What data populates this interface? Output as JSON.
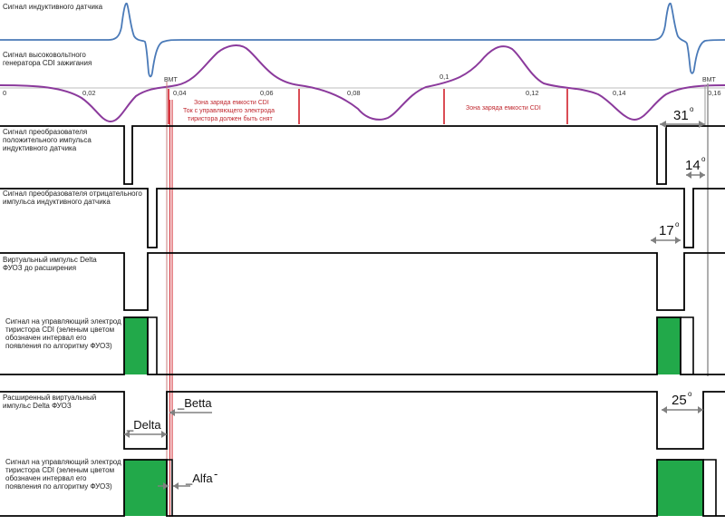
{
  "labels": {
    "inductive_signal": "Сигнал индуктивного датчика",
    "hv_line1": "Сигнал высоковольтного",
    "hv_line2": "генератора CDI зажигания",
    "pos_line1": "Сигнал преобразователя",
    "pos_line2": "положительного импульса",
    "pos_line3": "индуктивного датчика",
    "neg_line1": "Сигнал преобразователя отрицательного",
    "neg_line2": "импульса индуктивного датчика",
    "virt_line1": "Виртуальный импульс Delta",
    "virt_line2": "ФУОЗ до расширения",
    "thy1_line1": "Сигнал на управляющий электрод",
    "thy1_line2": "тиристора CDI (зеленым цветом",
    "thy1_line3": "обозначен интервал его",
    "thy1_line4": "появления по алгоритму ФУОЗ)",
    "ext_line1": "Расширенный виртуальный",
    "ext_line2": "импульс Delta ФУОЗ",
    "thy2_line1": "Сигнал на управляющий электрод",
    "thy2_line2": "тиристора CDI (зеленым цветом",
    "thy2_line3": "обозначен интервал его",
    "thy2_line4": "появления по алгоритму ФУОЗ)"
  },
  "axis": {
    "ticks": [
      "0",
      "0,02",
      "0,04",
      "0,06",
      "0,08",
      "0,1",
      "0,12",
      "0,14",
      "0,16"
    ],
    "bmt_left": "BMT",
    "bmt_right": "BMT"
  },
  "zones": {
    "zone1_line1": "Зона заряда емкости CDI",
    "zone1_line2": "Ток с управляющего электрода",
    "zone1_line3": "тиристора должен быть снят",
    "zone2_line1": "Зона заряда емкости CDI"
  },
  "annotations": {
    "deg31": "31",
    "deg14": "14",
    "deg17": "17",
    "deg25": "25",
    "degree_sign": "o",
    "betta": "_Betta",
    "delta": "_Delta",
    "alfa": "_Alfa",
    "alfa_dash": "-"
  },
  "colors": {
    "inductive": "#4a7ab8",
    "hv": "#8b3a9c",
    "zone_lines": "#d0202a",
    "green_fill": "#22a94a",
    "arrow_gray": "#808080"
  }
}
